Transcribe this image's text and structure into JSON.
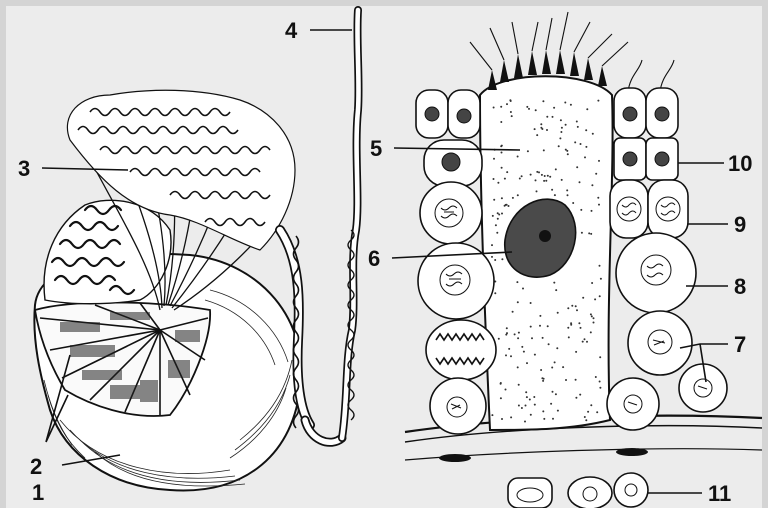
{
  "labels": [
    {
      "text": "1"
    },
    {
      "text": "2"
    },
    {
      "text": "3"
    },
    {
      "text": "4"
    },
    {
      "text": "5"
    },
    {
      "text": "6"
    },
    {
      "text": "7"
    },
    {
      "text": "8"
    },
    {
      "text": "9"
    },
    {
      "text": "10"
    },
    {
      "text": "11"
    }
  ]
}
